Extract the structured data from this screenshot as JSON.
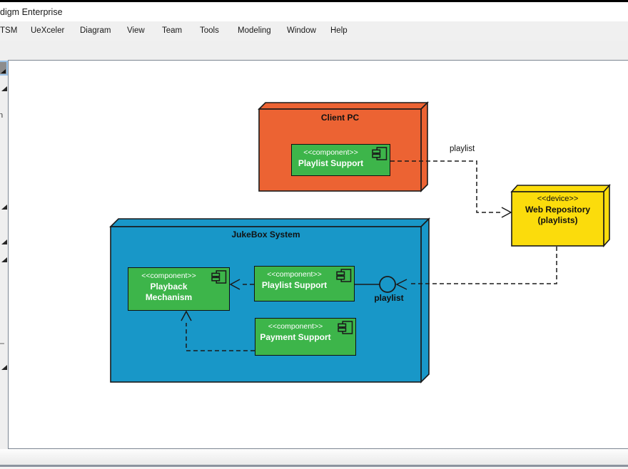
{
  "window": {
    "title": "digm Enterprise"
  },
  "menu": {
    "items": [
      "TSM",
      "UeXceler",
      "Diagram",
      "View",
      "Team",
      "Tools",
      "Modeling",
      "Window",
      "Help"
    ]
  },
  "palette": {
    "cut_item_label": "n"
  },
  "diagram": {
    "client_pc": {
      "title": "Client PC"
    },
    "jukebox": {
      "title": "JukeBox System"
    },
    "web_repository": {
      "stereotype": "<<device>>",
      "name_line1": "Web Repository",
      "name_line2": "(playlists)"
    },
    "components": {
      "client_playlist_support": {
        "stereotype": "<<component>>",
        "name": "Playlist Support"
      },
      "playback_mechanism": {
        "stereotype": "<<component>>",
        "name_line1": "Playback",
        "name_line2": "Mechanism"
      },
      "jukebox_playlist_support": {
        "stereotype": "<<component>>",
        "name": "Playlist Support"
      },
      "payment_support": {
        "stereotype": "<<component>>",
        "name": "Payment Support"
      }
    },
    "labels": {
      "dependency_playlist": "playlist",
      "interface_playlist": "playlist"
    }
  },
  "colors": {
    "node_orange": "#EC6333",
    "node_blue": "#1897C8",
    "node_yellow": "#FBDC0C",
    "component_green": "#3DB54A",
    "selection_blue": "#9DC5EA",
    "interface_fill": "#FFFFFF"
  }
}
